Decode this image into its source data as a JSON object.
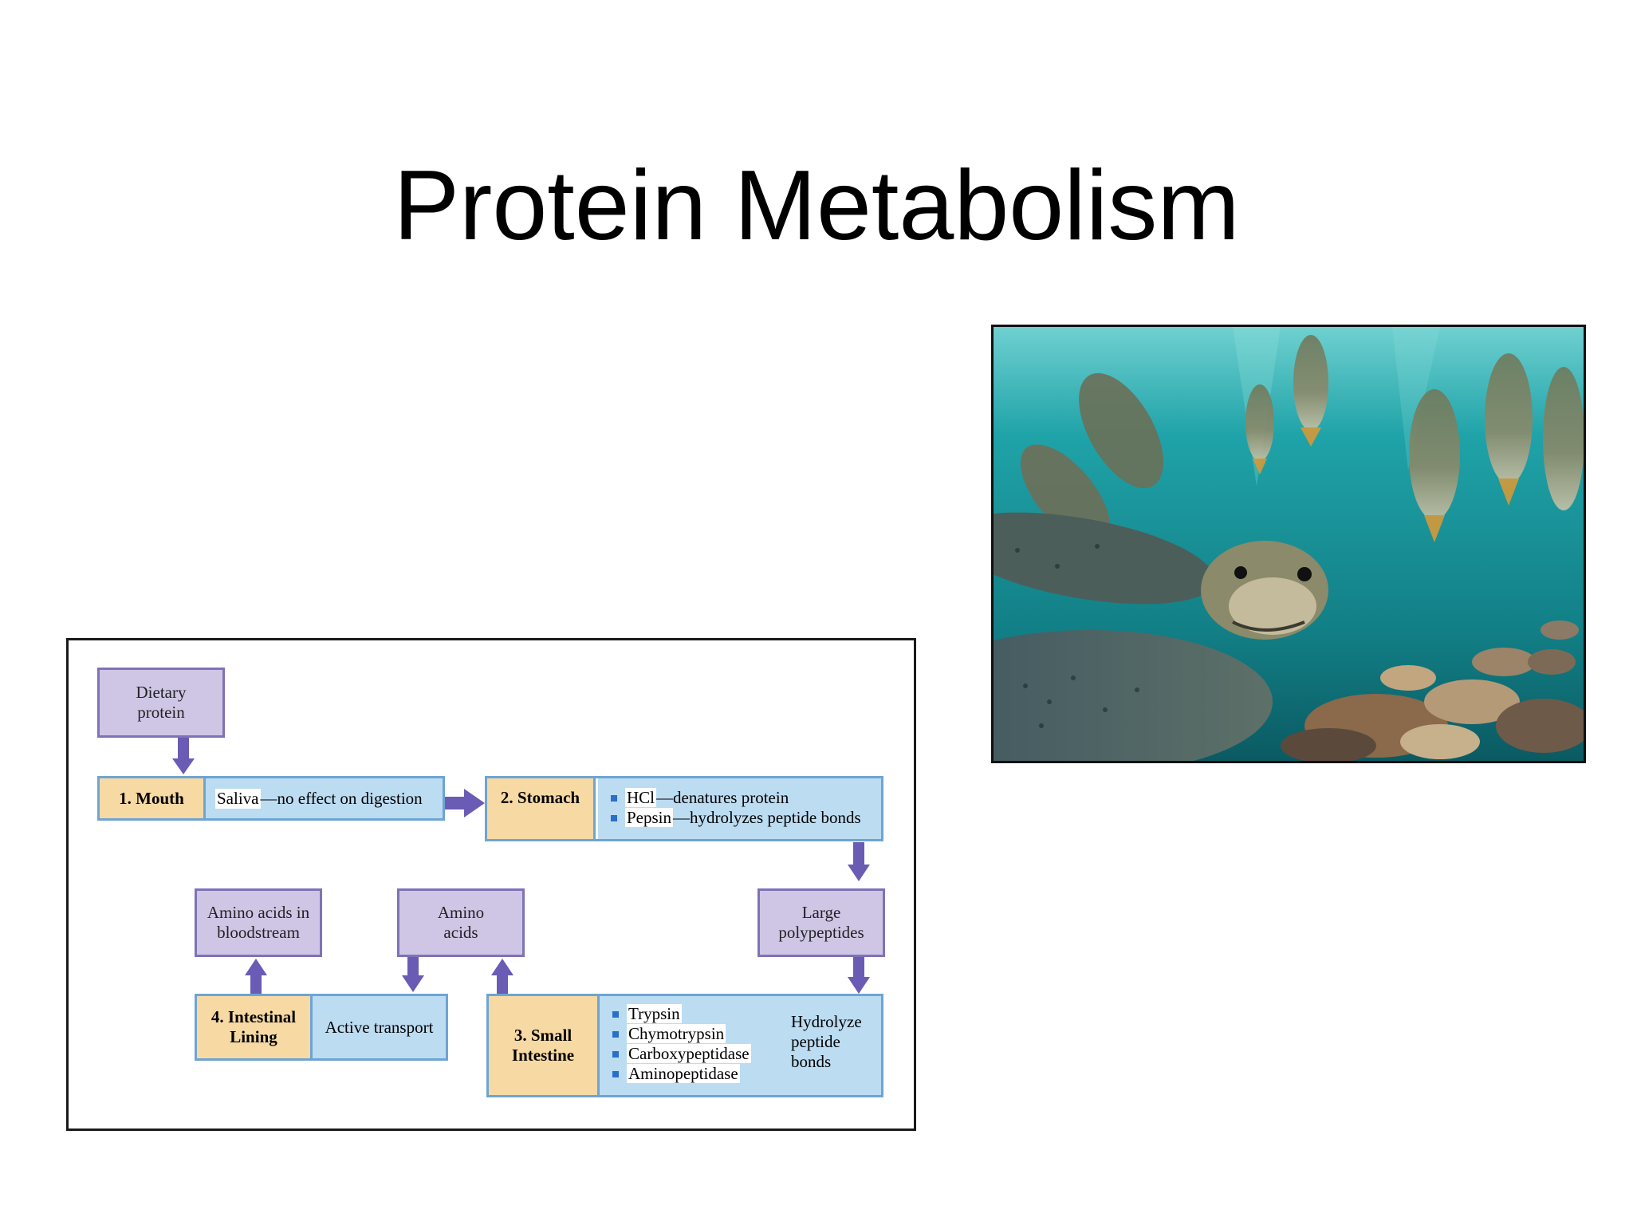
{
  "slide": {
    "title": "Protein Metabolism"
  },
  "diagram": {
    "dietary_protein": "Dietary protein",
    "mouth": {
      "label": "1. Mouth",
      "highlight": "Saliva",
      "rest": "—no effect on digestion"
    },
    "stomach": {
      "label": "2. Stomach",
      "items": [
        {
          "highlight": "HCl",
          "rest": "—denatures protein"
        },
        {
          "highlight": "Pepsin",
          "rest": "—hydrolyzes peptide bonds"
        }
      ]
    },
    "large_polypeptides": "Large polypeptides",
    "small_intestine": {
      "label": "3. Small Intestine",
      "enzymes": [
        "Trypsin",
        "Chymotrypsin",
        "Carboxypeptidase",
        "Aminopeptidase"
      ],
      "action": "Hydrolyze peptide bonds"
    },
    "amino_acids": "Amino acids",
    "intestinal_lining": {
      "label": "4. Intestinal Lining",
      "desc": "Active transport"
    },
    "amino_acids_bloodstream": "Amino acids in bloodstream"
  },
  "colors": {
    "purple_box": "#cfc6e6",
    "blue_box": "#bcdcf2",
    "tan_box": "#f7d9a3",
    "arrow": "#6a5bb5"
  },
  "photo": {
    "subject": "underwater-salmon-school-photo"
  }
}
